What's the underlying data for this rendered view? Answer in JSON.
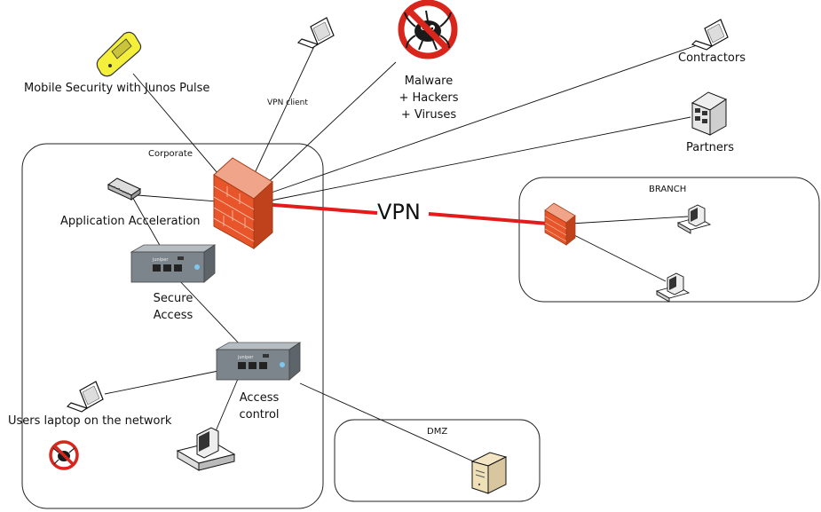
{
  "zones": {
    "corporate": "Corporate",
    "branch": "BRANCH",
    "dmz": "DMZ"
  },
  "labels": {
    "mobile_security": "Mobile Security with Junos Pulse",
    "vpn_client": "VPN client",
    "malware": [
      "Malware",
      "+ Hackers",
      "+ Viruses"
    ],
    "contractors": "Contractors",
    "partners": "Partners",
    "app_acceleration": "Application Acceleration",
    "secure_access": [
      "Secure",
      "Access"
    ],
    "access_control": [
      "Access",
      "control"
    ],
    "users_laptop": "Users laptop on the network",
    "vpn": "VPN"
  },
  "devices": {
    "appliance_brand": "juniper"
  },
  "colors": {
    "vpn_link": "#e31b1b",
    "firewall": "#e8552a",
    "no_symbol": "#d9261c",
    "mobile": "#f3ef3a"
  }
}
